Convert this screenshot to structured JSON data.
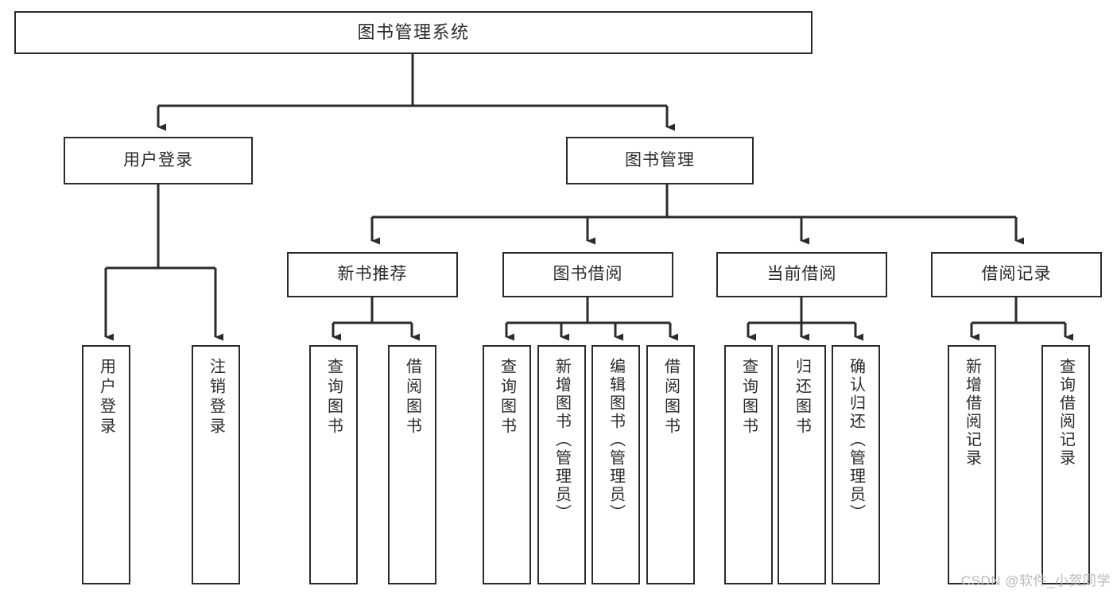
{
  "diagram": {
    "title": "图书管理系统",
    "type": "tree",
    "watermark": "CSDN @软件_小贺同学",
    "colors": {
      "stroke": "#2b2b2b",
      "fill": "#ffffff",
      "background": "#ffffff",
      "watermark": "#b9b9b9"
    },
    "levels": {
      "root": "图书管理系统",
      "level2": [
        "用户登录",
        "图书管理"
      ],
      "level3": [
        "新书推荐",
        "图书借阅",
        "当前借阅",
        "借阅记录"
      ]
    },
    "nodes": {
      "root": {
        "label": "图书管理系统"
      },
      "user_login": {
        "label": "用户登录"
      },
      "book_manage": {
        "label": "图书管理"
      },
      "new_book_rec": {
        "label": "新书推荐"
      },
      "book_borrow": {
        "label": "图书借阅"
      },
      "current_borrow": {
        "label": "当前借阅"
      },
      "borrow_record": {
        "label": "借阅记录"
      },
      "leaf_user_login": {
        "label": "用户登录"
      },
      "leaf_logout": {
        "label": "注销登录"
      },
      "leaf_query_book_a": {
        "label": "查询图书"
      },
      "leaf_borrow_book_a": {
        "label": "借阅图书"
      },
      "leaf_query_book_b": {
        "label": "查询图书"
      },
      "leaf_add_book": {
        "label": "新增图书（管理员）"
      },
      "leaf_edit_book": {
        "label": "编辑图书（管理员）"
      },
      "leaf_borrow_book_b": {
        "label": "借阅图书"
      },
      "leaf_query_book_c": {
        "label": "查询图书"
      },
      "leaf_return_book": {
        "label": "归还图书"
      },
      "leaf_confirm_return": {
        "label": "确认归还（管理员）"
      },
      "leaf_add_record": {
        "label": "新增借阅记录"
      },
      "leaf_query_record": {
        "label": "查询借阅记录"
      }
    },
    "edges": [
      {
        "from": "root",
        "to": "user_login"
      },
      {
        "from": "root",
        "to": "book_manage"
      },
      {
        "from": "user_login",
        "to": "leaf_user_login"
      },
      {
        "from": "user_login",
        "to": "leaf_logout"
      },
      {
        "from": "book_manage",
        "to": "new_book_rec"
      },
      {
        "from": "book_manage",
        "to": "book_borrow"
      },
      {
        "from": "book_manage",
        "to": "current_borrow"
      },
      {
        "from": "book_manage",
        "to": "borrow_record"
      },
      {
        "from": "new_book_rec",
        "to": "leaf_query_book_a"
      },
      {
        "from": "new_book_rec",
        "to": "leaf_borrow_book_a"
      },
      {
        "from": "book_borrow",
        "to": "leaf_query_book_b"
      },
      {
        "from": "book_borrow",
        "to": "leaf_add_book"
      },
      {
        "from": "book_borrow",
        "to": "leaf_edit_book"
      },
      {
        "from": "book_borrow",
        "to": "leaf_borrow_book_b"
      },
      {
        "from": "current_borrow",
        "to": "leaf_query_book_c"
      },
      {
        "from": "current_borrow",
        "to": "leaf_return_book"
      },
      {
        "from": "current_borrow",
        "to": "leaf_confirm_return"
      },
      {
        "from": "borrow_record",
        "to": "leaf_add_record"
      },
      {
        "from": "borrow_record",
        "to": "leaf_query_record"
      }
    ]
  }
}
